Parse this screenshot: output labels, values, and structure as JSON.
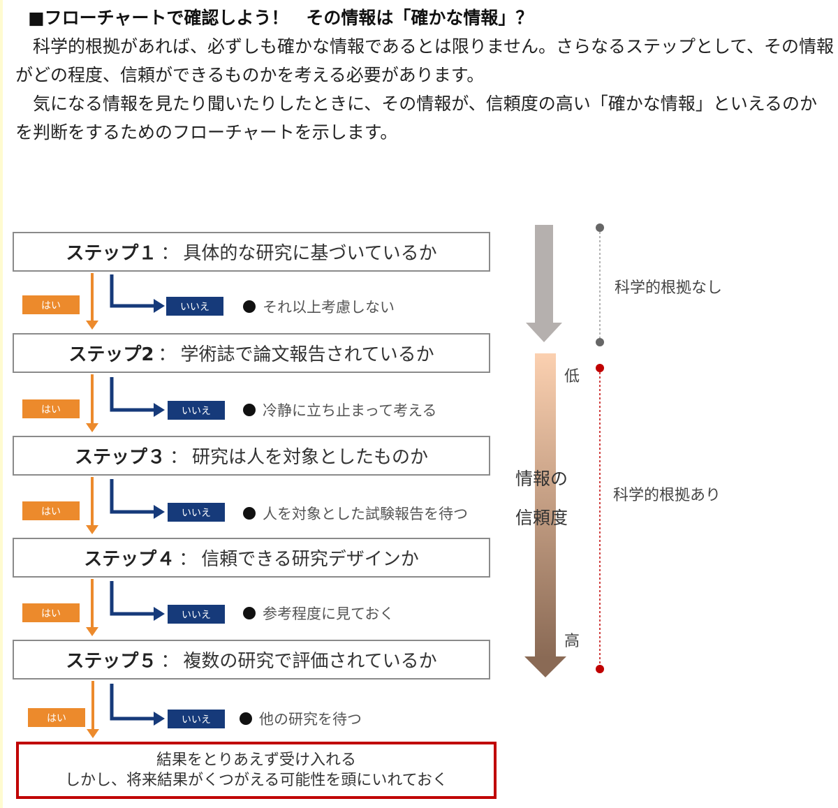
{
  "heading": "■フローチャートで確認しよう！　その情報は「確かな情報」？",
  "paragraphs": [
    "　科学的根拠があれば、必ずしも確かな情報であるとは限りません。さらなるステップとして、その情報がどの程度、信頼ができるものかを考える必要があります。",
    "　気になる情報を見たり聞いたりしたときに、その情報が、信頼度の高い「確かな情報」といえるのかを判断をするためのフローチャートを示します。"
  ],
  "flowchart": {
    "separator": "：",
    "yes_label": "はい",
    "no_label": "いいえ",
    "steps": [
      {
        "label": "ステップ１",
        "question": "具体的な研究に基づいているか",
        "no_action": "それ以上考慮しない"
      },
      {
        "label": "ステップ2",
        "question": "学術誌で論文報告されているか",
        "no_action": "冷静に立ち止まって考える"
      },
      {
        "label": "ステップ３",
        "question": "研究は人を対象としたものか",
        "no_action": "人を対象とした試験報告を待つ"
      },
      {
        "label": "ステップ４",
        "question": "信頼できる研究デザインか",
        "no_action": "参考程度に見ておく"
      },
      {
        "label": "ステップ５",
        "question": "複数の研究で評価されているか",
        "no_action": "他の研究を待つ"
      }
    ],
    "result": {
      "line1": "結果をとりあえず受け入れる",
      "line2": "しかし、将来結果がくつがえる可能性を頭にいれておく"
    }
  },
  "reliability_scale": {
    "label_line1": "情報の",
    "label_line2": "信頼度",
    "low": "低",
    "high": "高",
    "no_evidence": "科学的根拠なし",
    "with_evidence": "科学的根拠あり"
  },
  "colors": {
    "yes": "#ec8a2c",
    "no": "#163a7a",
    "result_border": "#c00000",
    "gray_arrow": "#b5b0ae",
    "gradient_top": "#fbd0b0",
    "gradient_bottom": "#8a6a55",
    "no_evidence_dot": "#666666",
    "with_evidence_dot": "#c00000"
  }
}
